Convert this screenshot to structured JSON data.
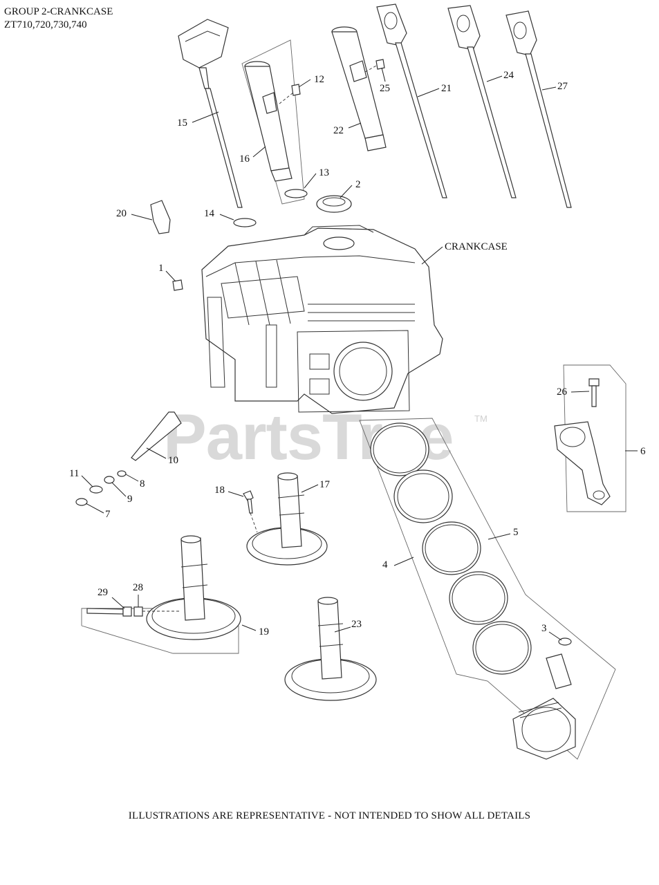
{
  "header": {
    "group_title": "GROUP 2-CRANKCASE",
    "models": "ZT710,720,730,740"
  },
  "footer": {
    "note": "ILLUSTRATIONS ARE REPRESENTATIVE - NOT INTENDED TO SHOW ALL DETAILS"
  },
  "watermark": {
    "text": "PartsTree",
    "tm": "TM"
  },
  "callouts": {
    "c1": "1",
    "c2": "2",
    "c3": "3",
    "c4": "4",
    "c5": "5",
    "c6": "6",
    "c7": "7",
    "c8": "8",
    "c9": "9",
    "c10": "10",
    "c11": "11",
    "c12": "12",
    "c13": "13",
    "c14": "14",
    "c15": "15",
    "c16": "16",
    "c17": "17",
    "c18": "18",
    "c19": "19",
    "c20": "20",
    "c21": "21",
    "c22": "22",
    "c23": "23",
    "c24": "24",
    "c25": "25",
    "c26": "26",
    "c27": "27",
    "c28": "28",
    "c29": "29",
    "crankcase": "CRANKCASE"
  }
}
